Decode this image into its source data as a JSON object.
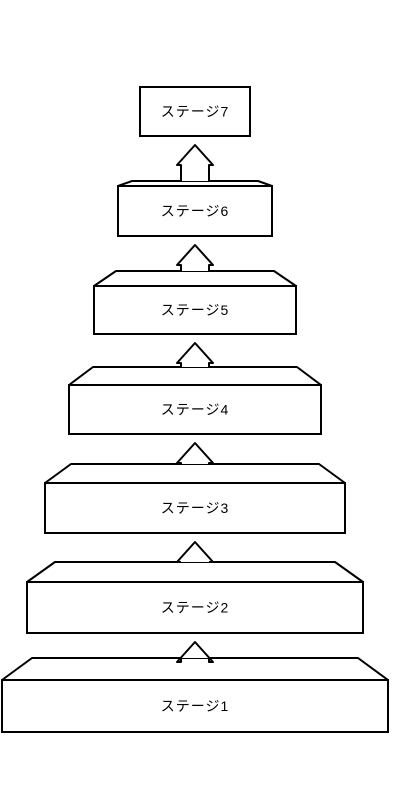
{
  "diagram": {
    "stages": [
      {
        "label": "ステージ1"
      },
      {
        "label": "ステージ2"
      },
      {
        "label": "ステージ3"
      },
      {
        "label": "ステージ4"
      },
      {
        "label": "ステージ5"
      },
      {
        "label": "ステージ6"
      },
      {
        "label": "ステージ7"
      }
    ],
    "colors": {
      "stroke": "#000000",
      "fill": "#ffffff",
      "background": "#ffffff"
    }
  }
}
